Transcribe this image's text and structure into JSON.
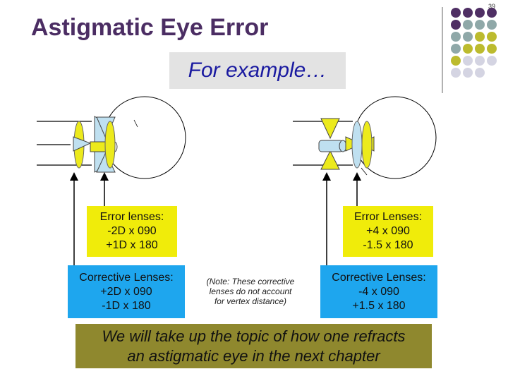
{
  "slide_number": "39",
  "title": "Astigmatic Eye Error",
  "example_label": "For example…",
  "left_panel": {
    "error_lines": [
      "Error lenses:",
      "-2D x 090",
      "+1D x 180"
    ],
    "corrective_lines": [
      "Corrective Lenses:",
      "+2D x 090",
      "-1D x 180"
    ]
  },
  "right_panel": {
    "error_lines": [
      "Error Lenses:",
      "+4 x 090",
      "-1.5 x 180"
    ],
    "corrective_lines": [
      "Corrective Lenses:",
      "-4 x 090",
      "+1.5 x 180"
    ]
  },
  "note_lines": [
    "(Note: These corrective",
    "lenses do not account",
    "for vertex distance)"
  ],
  "bottom_lines": [
    "We will take up the topic of how one refracts",
    "an astigmatic eye in the next chapter"
  ],
  "colors": {
    "title": "#4b2d63",
    "example_text": "#1a1aa0",
    "error_box": "#f0ec0a",
    "corrective_box": "#1ea6ee",
    "bottom_box": "#8f882e",
    "lens_yellow": "#ecea1c",
    "lens_blue": "#bfe0f0",
    "dot_purple": "#4f2f64",
    "dot_gray": "#8fa8a8",
    "dot_olive": "#bcbb2e",
    "dot_light": "#d4d4e2"
  }
}
